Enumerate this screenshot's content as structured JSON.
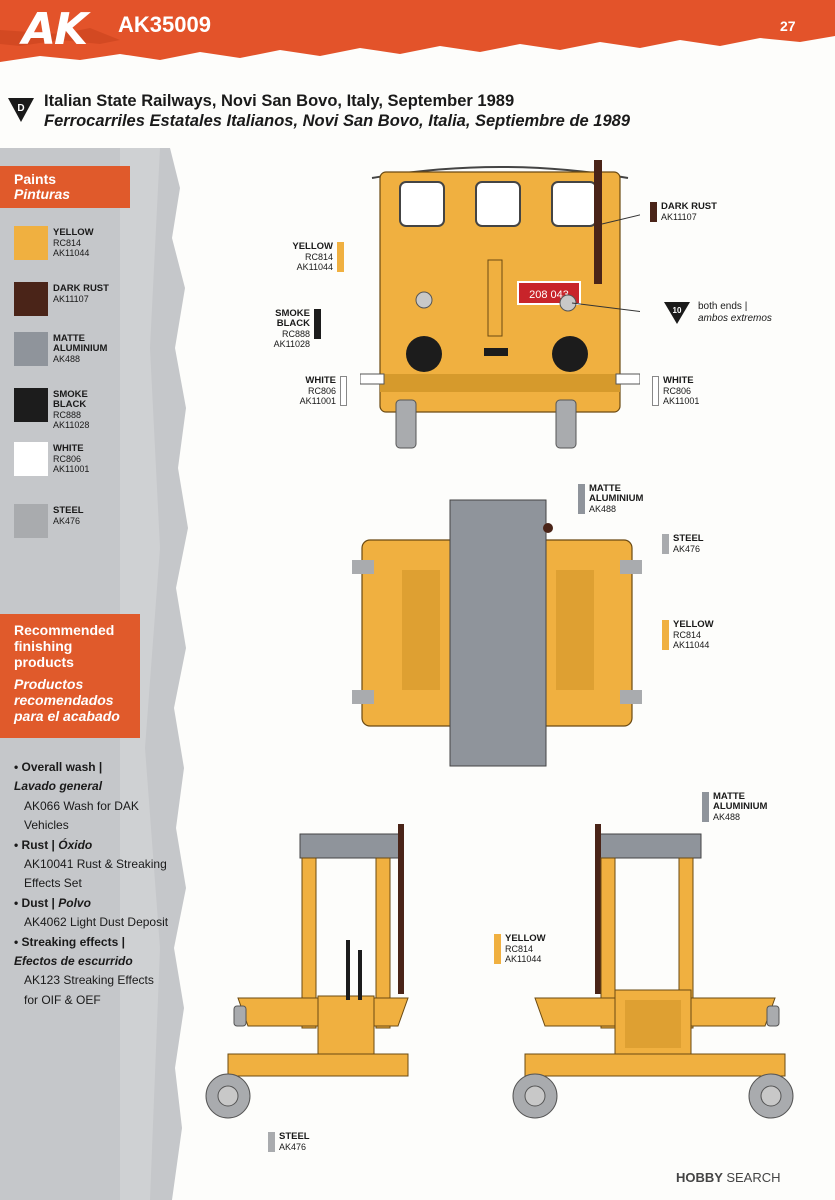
{
  "header": {
    "brand": "AK",
    "code": "AK35009",
    "page": "27"
  },
  "scheme": {
    "letter": "D",
    "title_en": "Italian State Railways, Novi San Bovo, Italy, September 1989",
    "title_es": "Ferrocarriles Estatales Italianos, Novi San Bovo, Italia, Septiembre de 1989"
  },
  "paints": {
    "heading_en": "Paints",
    "heading_es": "Pinturas",
    "items": [
      {
        "name": "YELLOW",
        "codes": [
          "RC814",
          "AK11044"
        ],
        "color": "#f0b040"
      },
      {
        "name": "DARK RUST",
        "codes": [
          "AK11107"
        ],
        "color": "#4a2418"
      },
      {
        "name": "MATTE ALUMINIUM",
        "codes": [
          "AK488"
        ],
        "color": "#8f949b"
      },
      {
        "name": "SMOKE BLACK",
        "codes": [
          "RC888",
          "AK11028"
        ],
        "color": "#1c1c1c"
      },
      {
        "name": "WHITE",
        "codes": [
          "RC806",
          "AK11001"
        ],
        "color": "#ffffff"
      },
      {
        "name": "STEEL",
        "codes": [
          "AK476"
        ],
        "color": "#a9abae"
      }
    ]
  },
  "finishing": {
    "heading_en": [
      "Recommended",
      "finishing",
      "products"
    ],
    "heading_es": [
      "Productos",
      "recomendados",
      "para el acabado"
    ],
    "items": [
      {
        "en": "Overall wash |",
        "es": "Lavado general",
        "products": [
          "AK066 Wash for DAK Vehicles"
        ]
      },
      {
        "en": "Rust |",
        "es": "Óxido",
        "products": [
          "AK10041 Rust & Streaking",
          "Effects Set"
        ]
      },
      {
        "en": "Dust |",
        "es": "Polvo",
        "products": [
          "AK4062 Light Dust Deposit"
        ]
      },
      {
        "en": "Streaking effects |",
        "es": "Efectos de escurrido",
        "products": [
          "AK123 Streaking Effects",
          "for OIF & OEF"
        ]
      }
    ]
  },
  "front_view": {
    "plate": "208 043",
    "note_number": "10",
    "note_en": "both ends |",
    "note_es": "ambos extremos"
  },
  "callouts": {
    "dark_rust": {
      "name": "DARK RUST",
      "codes": [
        "AK11107"
      ]
    },
    "yellow_front": {
      "name": "YELLOW",
      "codes": [
        "RC814",
        "AK11044"
      ]
    },
    "smoke_black": {
      "name": "SMOKE BLACK",
      "codes": [
        "RC888",
        "AK11028"
      ]
    },
    "white_left": {
      "name": "WHITE",
      "codes": [
        "RC806",
        "AK11001"
      ]
    },
    "white_right": {
      "name": "WHITE",
      "codes": [
        "RC806",
        "AK11001"
      ]
    },
    "matte_top": {
      "name": "MATTE ALUMINIUM",
      "codes": [
        "AK488"
      ]
    },
    "steel_top": {
      "name": "STEEL",
      "codes": [
        "AK476"
      ]
    },
    "yellow_top": {
      "name": "YELLOW",
      "codes": [
        "RC814",
        "AK11044"
      ]
    },
    "matte_side": {
      "name": "MATTE ALUMINIUM",
      "codes": [
        "AK488"
      ]
    },
    "yellow_side": {
      "name": "YELLOW",
      "codes": [
        "RC814",
        "AK11044"
      ]
    },
    "steel_side": {
      "name": "STEEL",
      "codes": [
        "AK476"
      ]
    }
  },
  "footer": {
    "brand": "HOBBY",
    "suffix": "SEARCH"
  }
}
